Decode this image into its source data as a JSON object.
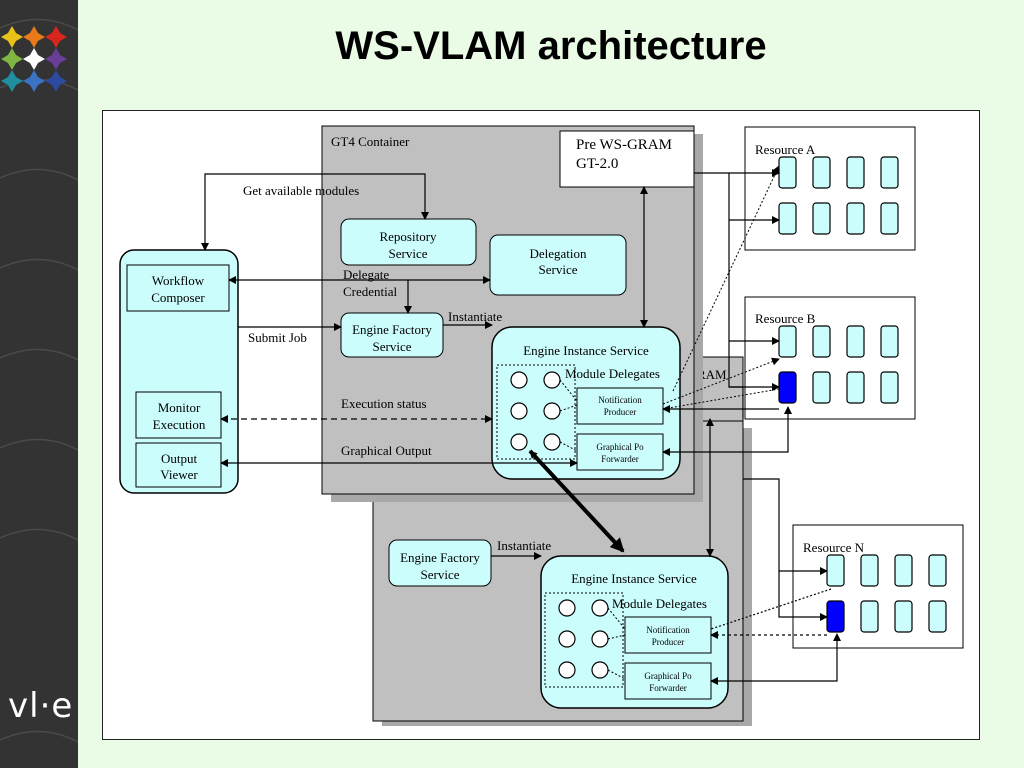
{
  "slide": {
    "title": "WS-VLAM architecture"
  },
  "branding": {
    "logo_text": "vl·e",
    "logo_colors": [
      "#e8c21a",
      "#e87a1a",
      "#d9261c",
      "#7fb642",
      "#ffffff",
      "#6a3e98",
      "#1f8fa0",
      "#3a73c4",
      "#2b4aa0"
    ]
  },
  "diagram": {
    "gt4_container": "GT4 Container",
    "pre_ws_gram": [
      "Pre WS-GRAM",
      "GT-2.0"
    ],
    "gram_partial": "RAM",
    "repository_service": [
      "Repository",
      "Service"
    ],
    "delegation_service": [
      "Delegation",
      "Service"
    ],
    "engine_factory_service": [
      "Engine Factory",
      "Service"
    ],
    "engine_factory_service_2": [
      "Engine Factory",
      "Service"
    ],
    "engine_instance_service": "Engine Instance Service",
    "engine_instance_service_2": "Engine Instance Service",
    "module_delegates": "Module Delegates",
    "module_delegates_2": "Module Delegates",
    "notification_producer": [
      "Notification",
      "Producer"
    ],
    "notification_producer_2": [
      "Notification",
      "Producer"
    ],
    "graphical_port_forwarder": [
      "Graphical Po",
      "Forwarder"
    ],
    "graphical_port_forwarder_2": [
      "Graphical Po",
      "Forwarder"
    ],
    "workflow_composer": [
      "Workflow",
      "Composer"
    ],
    "monitor_execution": [
      "Monitor",
      "Execution"
    ],
    "output_viewer": [
      "Output",
      "Viewer"
    ],
    "labels": {
      "get_available_modules": "Get available modules",
      "delegate_credential": [
        "Delegate",
        "Credential"
      ],
      "submit_job": "Submit Job",
      "instantiate": "Instantiate",
      "instantiate_2": "Instantiate",
      "execution_status": "Execution status",
      "graphical_output": "Graphical Output"
    },
    "resources": [
      "Resource A",
      "Resource B",
      "Resource N"
    ],
    "colors": {
      "service_fill": "#ccfdfd",
      "container_fill": "#c0c0c0",
      "active_node": "#0000ff",
      "node_fill": "#ccfdfd"
    }
  }
}
